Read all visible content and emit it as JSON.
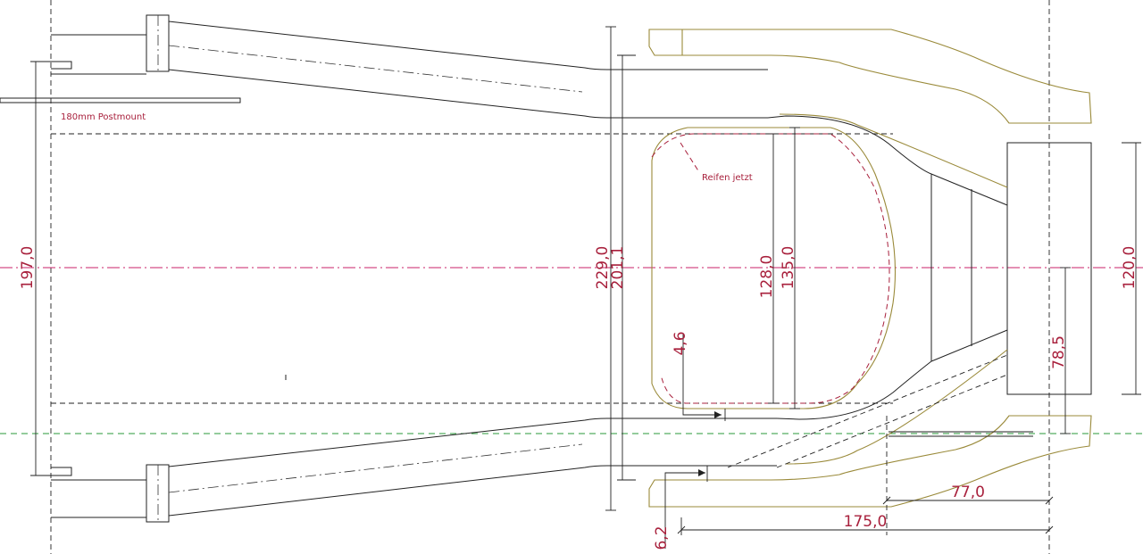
{
  "dimensions": {
    "d197": "197,0",
    "d229": "229,0",
    "d201": "201,1",
    "d128": "128,0",
    "d135": "135,0",
    "d120": "120,0",
    "d78": "78,5",
    "d4_6": "4,6",
    "d6_2": "6,2",
    "d77": "77,0",
    "d175": "175,0"
  },
  "notes": {
    "postmount": "180mm Postmount",
    "tire_now": "Reifen jetzt"
  },
  "colors": {
    "dimension_text": "#a8203c",
    "frame_line": "#222222",
    "stay_outline": "#9a8a3a",
    "centerline": "#c8206a",
    "axis_line": "#2a9a3a"
  }
}
